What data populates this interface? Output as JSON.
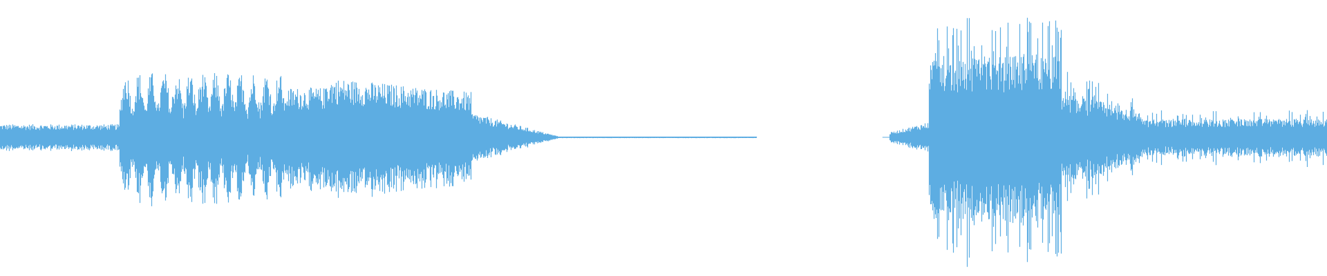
{
  "waveform": {
    "color": "#5dade2",
    "background": "#ffffff",
    "segments": [
      {
        "start": 0.0,
        "end": 0.09,
        "level": 0.1,
        "style": "noise"
      },
      {
        "start": 0.09,
        "end": 0.215,
        "level": 0.5,
        "style": "bursts"
      },
      {
        "start": 0.215,
        "end": 0.245,
        "level": 0.38,
        "style": "dense"
      },
      {
        "start": 0.245,
        "end": 0.355,
        "level": 0.46,
        "style": "fade-dense"
      },
      {
        "start": 0.355,
        "end": 0.42,
        "level": 0.18,
        "style": "fade-out"
      },
      {
        "start": 0.42,
        "end": 0.57,
        "level": 0.006,
        "style": "flat"
      },
      {
        "start": 0.57,
        "end": 0.67,
        "level": 0.0,
        "style": "silence"
      },
      {
        "start": 0.67,
        "end": 0.7,
        "level": 0.12,
        "style": "onset"
      },
      {
        "start": 0.7,
        "end": 0.8,
        "level": 0.62,
        "style": "spiky"
      },
      {
        "start": 0.8,
        "end": 0.86,
        "level": 0.35,
        "style": "spiky-decay"
      },
      {
        "start": 0.86,
        "end": 1.0,
        "level": 0.14,
        "style": "noise-spiky"
      }
    ]
  }
}
